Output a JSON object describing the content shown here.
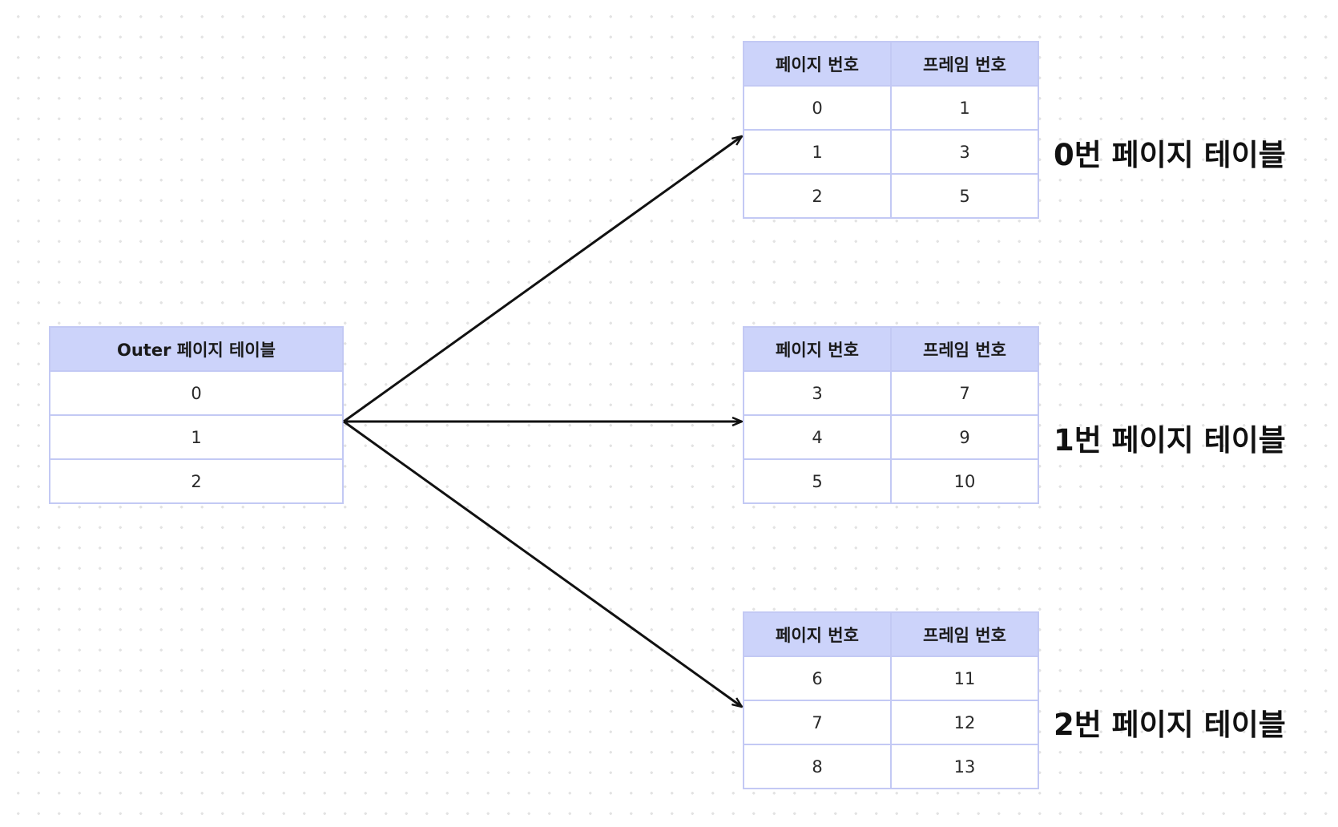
{
  "outer_table": {
    "header": "Outer 페이지 테이블",
    "rows": [
      "0",
      "1",
      "2"
    ]
  },
  "page_tables": [
    {
      "label": "0번 페이지 테이블",
      "headers": [
        "페이지 번호",
        "프레임 번호"
      ],
      "rows": [
        [
          "0",
          "1"
        ],
        [
          "1",
          "3"
        ],
        [
          "2",
          "5"
        ]
      ]
    },
    {
      "label": "1번 페이지 테이블",
      "headers": [
        "페이지 번호",
        "프레임 번호"
      ],
      "rows": [
        [
          "3",
          "7"
        ],
        [
          "4",
          "9"
        ],
        [
          "5",
          "10"
        ]
      ]
    },
    {
      "label": "2번 페이지 테이블",
      "headers": [
        "페이지 번호",
        "프레임 번호"
      ],
      "rows": [
        [
          "6",
          "11"
        ],
        [
          "7",
          "12"
        ],
        [
          "8",
          "13"
        ]
      ]
    }
  ],
  "colors": {
    "header_fill": "#ccd3fa",
    "border": "#c3c9f4",
    "arrow": "#111111"
  }
}
